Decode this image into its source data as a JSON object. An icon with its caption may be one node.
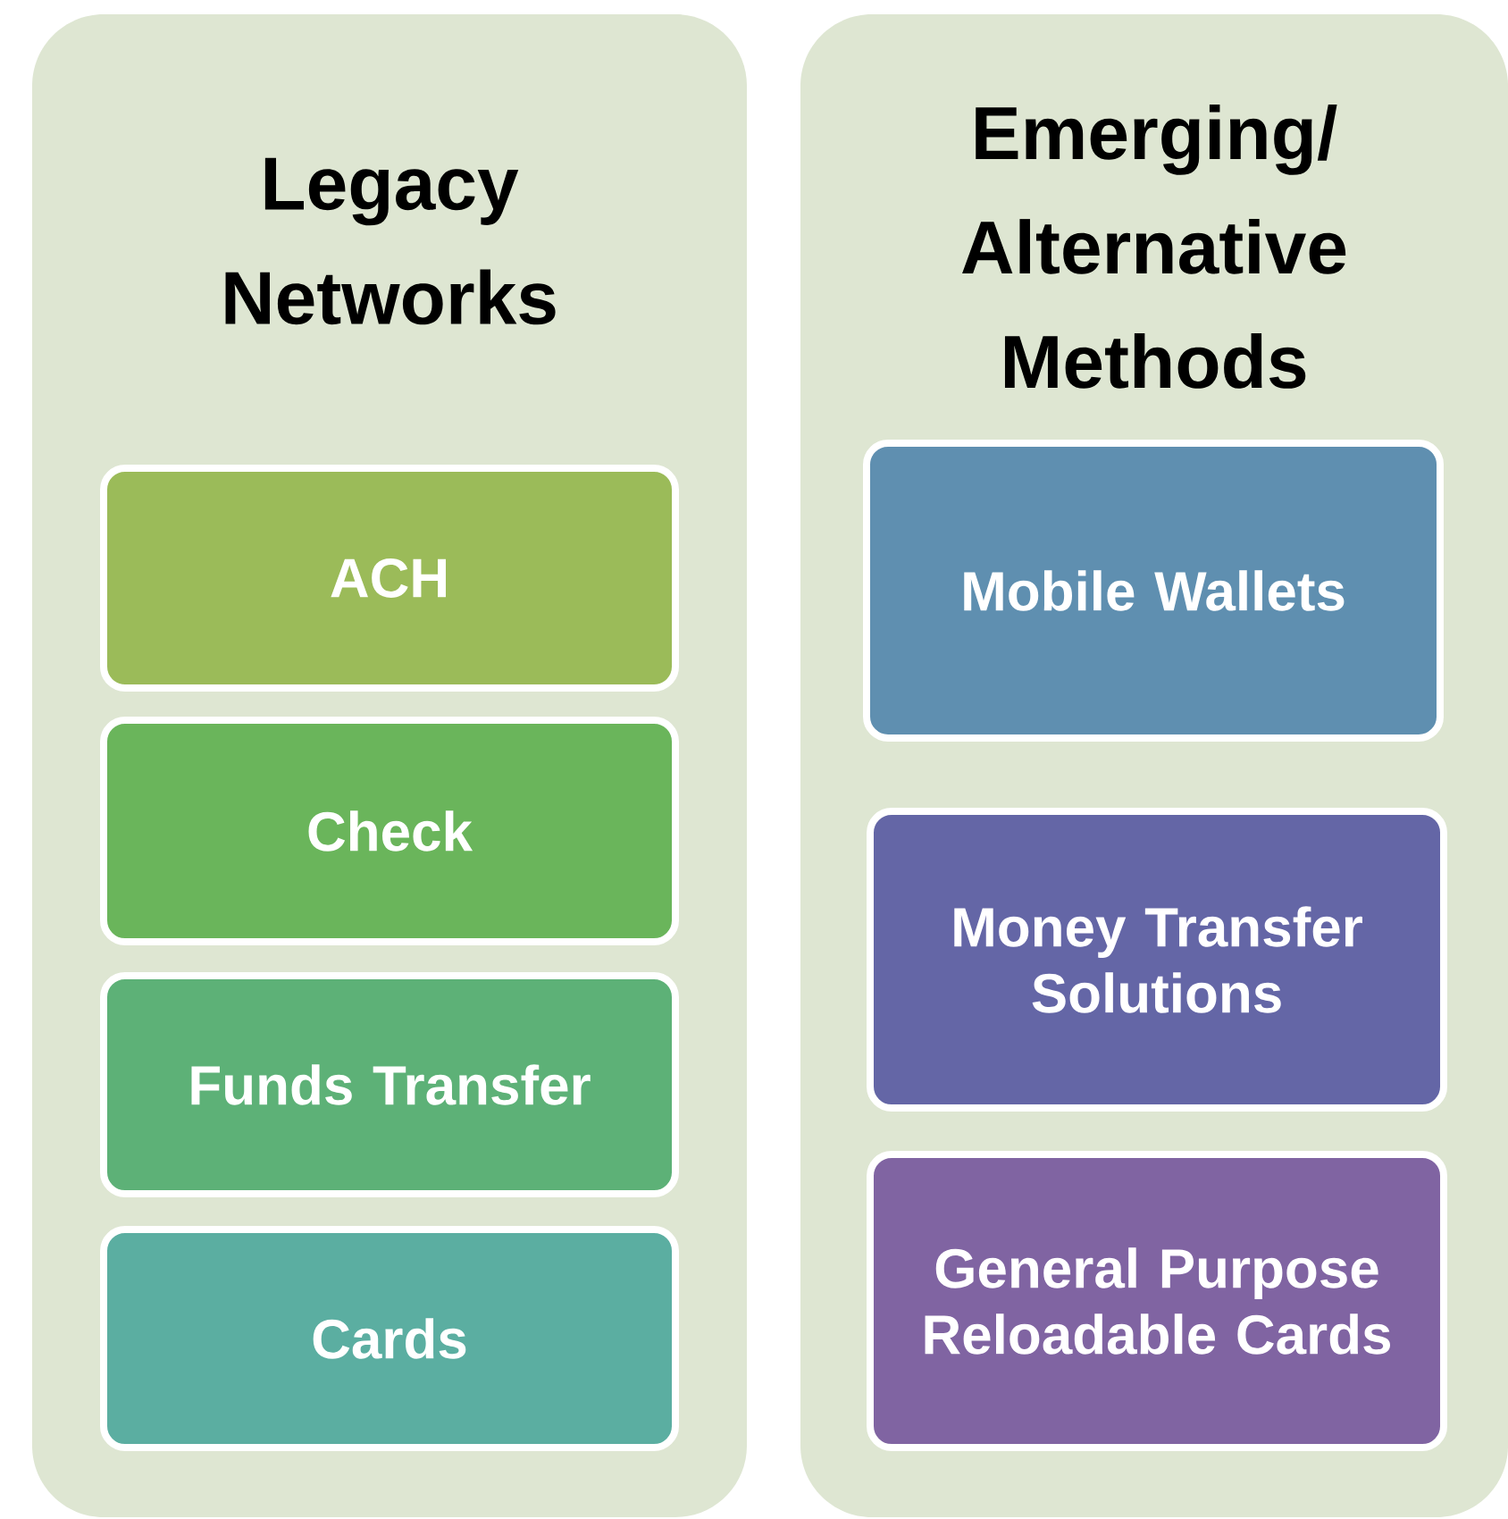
{
  "diagram": {
    "nodes": [
      {
        "text": [
          "Legacy Networks"
        ]
      },
      {
        "text": [
          "ACH"
        ],
        "in": 0
      },
      {
        "text": [
          "Check"
        ],
        "in": 0
      },
      {
        "text": [
          "Funds Transfer"
        ],
        "in": 0
      },
      {
        "text": [
          "Cards"
        ],
        "in": 0
      },
      {
        "text": [
          "Emerging/ Alternative Methods"
        ]
      },
      {
        "text": [
          "Mobile Wallets"
        ],
        "in": 5
      },
      {
        "text": [
          "Money Transfer Solutions"
        ],
        "in": 5
      },
      {
        "text": [
          "General Purpose Reloadable Cards"
        ],
        "in": 5
      }
    ]
  }
}
